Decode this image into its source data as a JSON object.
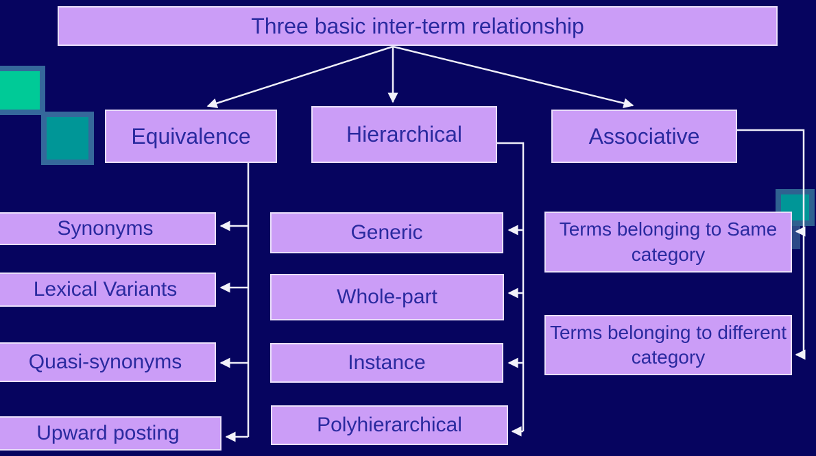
{
  "slide": {
    "title": "Three basic inter-term relationship",
    "branches": [
      {
        "label": "Equivalence",
        "children": [
          "Synonyms",
          "Lexical Variants",
          "Quasi-synonyms",
          "Upward posting"
        ]
      },
      {
        "label": "Hierarchical",
        "children": [
          "Generic",
          "Whole-part",
          "Instance",
          "Polyhierarchical"
        ]
      },
      {
        "label": "Associative",
        "children": [
          "Terms belonging to Same category",
          "Terms belonging to different category"
        ]
      }
    ]
  },
  "colors": {
    "background": "#06045f",
    "node_fill": "#cb9df7",
    "node_border": "#ebe0fb",
    "node_text": "#2a2a9f",
    "connector": "#eeeef8",
    "decor_green": "#00ca97",
    "decor_teal": "#009697",
    "decor_square_border": "#35689b"
  }
}
